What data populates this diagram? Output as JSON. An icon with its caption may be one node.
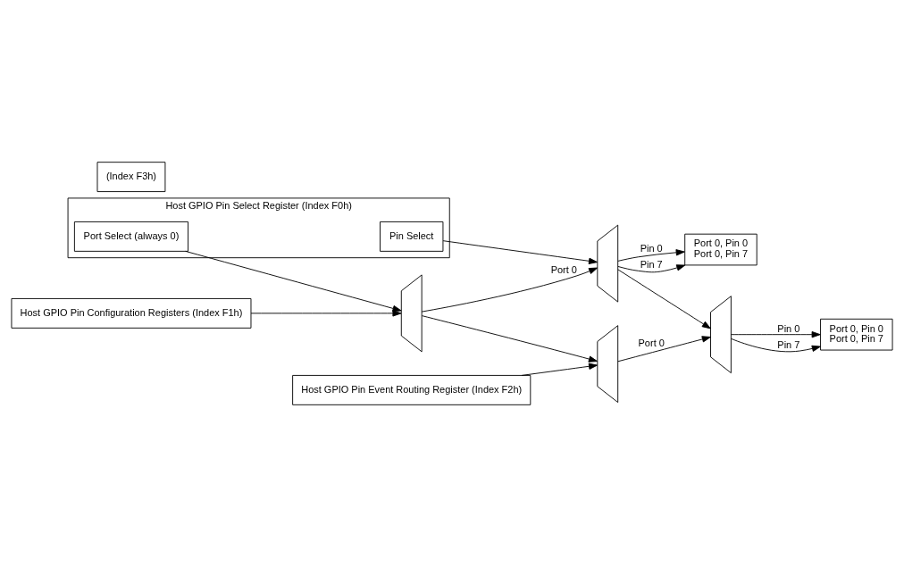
{
  "diagram": {
    "nodes": [
      {
        "text": [
          "Host GPIO Pin Select Register (Index F0h)"
        ]
      },
      {
        "text": [
          "Port Select (always 0)"
        ],
        "in": 0
      },
      {
        "text": [
          "Pin Select"
        ],
        "in": 0
      },
      {
        "text": [
          "Host GPIO Pin Configuration Registers (Index F1h)"
        ]
      },
      {
        "text": [
          "(Index F3h)"
        ]
      },
      {
        "text": [],
        "shape": "trapezoid"
      },
      {
        "text": [],
        "shape": "trapezoid"
      },
      {
        "text": [
          "Port 0, Pin 0",
          "Port 0, Pin 7"
        ]
      },
      {
        "text": [
          "Host GPIO Pin Event Routing Register (Index F2h)"
        ]
      },
      {
        "text": [],
        "shape": "trapezoid"
      },
      {
        "text": [],
        "shape": "trapezoid"
      },
      {
        "text": [
          "Port 0, Pin 0",
          "Port 0, Pin 7"
        ]
      }
    ],
    "edges": [
      {
        "from": 1,
        "to": 5,
        "arrow": "to"
      },
      {
        "from": 2,
        "to": 6,
        "arrow": "to"
      },
      {
        "from": 3,
        "to": 5,
        "arrow": "to"
      },
      {
        "from": 5,
        "to": 6,
        "arrow": "to",
        "label": "Port 0"
      },
      {
        "from": 6,
        "to": 7,
        "arrow": "to",
        "label": "Pin 0"
      },
      {
        "from": 6,
        "to": 7,
        "arrow": "to",
        "label": "Pin 7"
      },
      {
        "from": 5,
        "to": 9,
        "arrow": "to"
      },
      {
        "from": 6,
        "to": 10,
        "arrow": "to"
      },
      {
        "from": 8,
        "to": 9,
        "arrow": "to"
      },
      {
        "from": 9,
        "to": 10,
        "arrow": "to",
        "label": "Port 0"
      },
      {
        "from": 10,
        "to": 11,
        "arrow": "to",
        "label": "Pin 0"
      },
      {
        "from": 10,
        "to": 11,
        "arrow": "to",
        "label": "Pin 7"
      }
    ]
  }
}
